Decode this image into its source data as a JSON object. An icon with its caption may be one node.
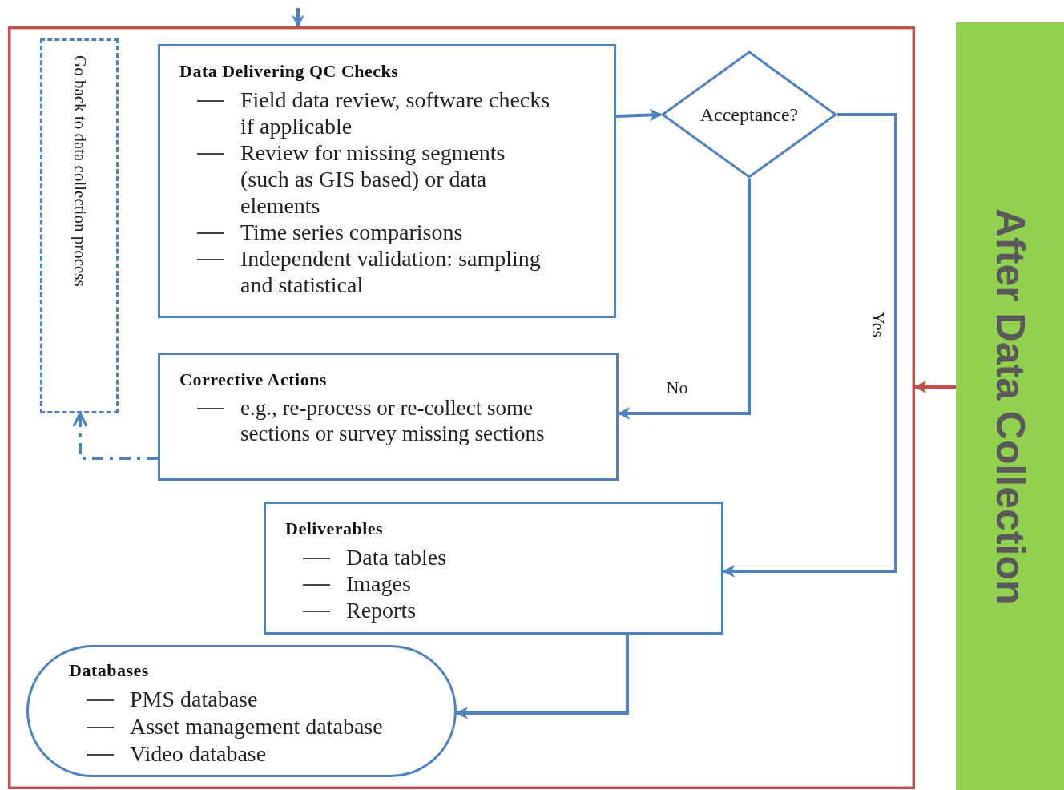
{
  "diagram": {
    "nodes": [
      {
        "text": [],
        "shape": "box"
      },
      {
        "text": [
          "Go back to data collection process"
        ],
        "in": 0
      },
      {
        "text": [
          "Data Delivering QC Checks",
          "Field data review, software checks if applicable",
          "Review for missing segments (such as GIS based) or data elements",
          "Time series comparisons",
          "Independent validation: sampling and statistical"
        ],
        "in": 0
      },
      {
        "text": [
          "Acceptance?"
        ],
        "in": 0
      },
      {
        "text": [
          "Corrective Actions",
          "e.g., re-process or re-collect some sections or survey missing sections"
        ],
        "in": 0
      },
      {
        "text": [
          "Deliverables",
          "Data tables",
          "Images",
          "Reports"
        ],
        "in": 0
      },
      {
        "text": [
          "Databases",
          "PMS database",
          "Asset management database",
          "Video database"
        ],
        "in": 0
      },
      {
        "text": [
          "After Data Collection"
        ]
      }
    ],
    "edges": [
      {
        "from": null,
        "to": 0,
        "arrow": "to"
      },
      {
        "from": 2,
        "to": 3,
        "arrow": "to"
      },
      {
        "from": 3,
        "to": 5,
        "arrow": "to",
        "label": "Yes"
      },
      {
        "from": 3,
        "to": 4,
        "arrow": "to",
        "label": "No"
      },
      {
        "from": 4,
        "to": 1,
        "arrow": "to",
        "style": "dashed"
      },
      {
        "from": 5,
        "to": 6,
        "arrow": "to"
      },
      {
        "from": 7,
        "to": 0,
        "arrow": "to",
        "color": "#c0504d"
      }
    ]
  }
}
